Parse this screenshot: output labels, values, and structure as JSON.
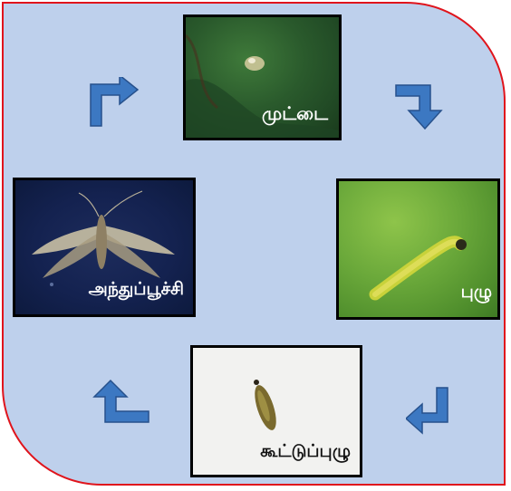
{
  "stages": {
    "egg": {
      "label": "முட்டை"
    },
    "larva": {
      "label": "புழு"
    },
    "pupa": {
      "label": "கூட்டுப்புழு"
    },
    "adult": {
      "label": "அந்துப்பூச்சி"
    }
  },
  "colors": {
    "background": "#bed0ec",
    "border": "#e0141c",
    "arrow_fill": "#3c78c2",
    "arrow_stroke": "#27518c"
  },
  "arrows": [
    {
      "name": "arrow-egg-to-larva",
      "direction": "right-then-down"
    },
    {
      "name": "arrow-larva-to-pupa",
      "direction": "down-then-left"
    },
    {
      "name": "arrow-pupa-to-adult",
      "direction": "left-then-up"
    },
    {
      "name": "arrow-adult-to-egg",
      "direction": "up-then-right"
    }
  ]
}
